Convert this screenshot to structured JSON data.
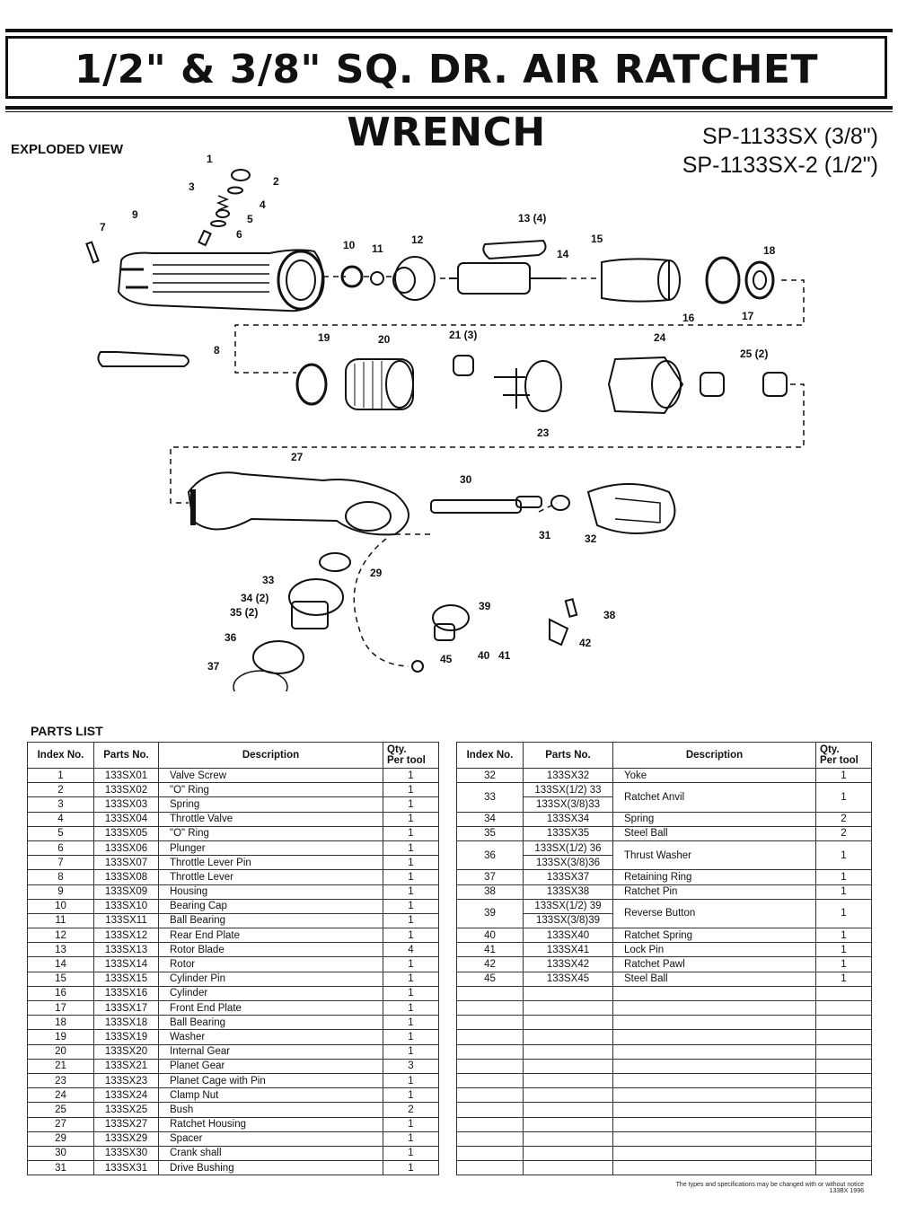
{
  "header": {
    "title": "1/2\" & 3/8\" SQ. DR. AIR RATCHET WRENCH",
    "model_1": "SP-1133SX (3/8\")",
    "model_2": "SP-1133SX-2 (1/2\")"
  },
  "exploded_view": {
    "label": "EXPLODED VIEW",
    "callouts": [
      "1",
      "2",
      "3",
      "4",
      "5",
      "6",
      "7",
      "8",
      "9",
      "10",
      "11",
      "12",
      "13 (4)",
      "14",
      "15",
      "16",
      "17",
      "18",
      "19",
      "20",
      "21 (3)",
      "23",
      "24",
      "25 (2)",
      "27",
      "29",
      "30",
      "31",
      "32",
      "33",
      "34 (2)",
      "35 (2)",
      "36",
      "37",
      "38",
      "39",
      "40",
      "41",
      "42",
      "45"
    ]
  },
  "parts_list": {
    "label": "PARTS LIST",
    "columns": [
      "Index No.",
      "Parts No.",
      "Description",
      "Qty.",
      "Per tool"
    ],
    "left": [
      {
        "index": "1",
        "part": "133SX01",
        "desc": "Valve Screw",
        "qty": "1"
      },
      {
        "index": "2",
        "part": "133SX02",
        "desc": "\"O\" Ring",
        "qty": "1"
      },
      {
        "index": "3",
        "part": "133SX03",
        "desc": "Spring",
        "qty": "1"
      },
      {
        "index": "4",
        "part": "133SX04",
        "desc": "Throttle Valve",
        "qty": "1"
      },
      {
        "index": "5",
        "part": "133SX05",
        "desc": "\"O\" Ring",
        "qty": "1"
      },
      {
        "index": "6",
        "part": "133SX06",
        "desc": "Plunger",
        "qty": "1"
      },
      {
        "index": "7",
        "part": "133SX07",
        "desc": "Throttle Lever Pin",
        "qty": "1"
      },
      {
        "index": "8",
        "part": "133SX08",
        "desc": "Throttle Lever",
        "qty": "1"
      },
      {
        "index": "9",
        "part": "133SX09",
        "desc": "Housing",
        "qty": "1"
      },
      {
        "index": "10",
        "part": "133SX10",
        "desc": "Bearing Cap",
        "qty": "1"
      },
      {
        "index": "11",
        "part": "133SX11",
        "desc": "Ball Bearing",
        "qty": "1"
      },
      {
        "index": "12",
        "part": "133SX12",
        "desc": "Rear End Plate",
        "qty": "1"
      },
      {
        "index": "13",
        "part": "133SX13",
        "desc": "Rotor Blade",
        "qty": "4"
      },
      {
        "index": "14",
        "part": "133SX14",
        "desc": "Rotor",
        "qty": "1"
      },
      {
        "index": "15",
        "part": "133SX15",
        "desc": "Cylinder Pin",
        "qty": "1"
      },
      {
        "index": "16",
        "part": "133SX16",
        "desc": "Cylinder",
        "qty": "1"
      },
      {
        "index": "17",
        "part": "133SX17",
        "desc": "Front End Plate",
        "qty": "1"
      },
      {
        "index": "18",
        "part": "133SX18",
        "desc": "Ball Bearing",
        "qty": "1"
      },
      {
        "index": "19",
        "part": "133SX19",
        "desc": "Washer",
        "qty": "1"
      },
      {
        "index": "20",
        "part": "133SX20",
        "desc": "Internal Gear",
        "qty": "1"
      },
      {
        "index": "21",
        "part": "133SX21",
        "desc": "Planet Gear",
        "qty": "3"
      },
      {
        "index": "23",
        "part": "133SX23",
        "desc": "Planet Cage with Pin",
        "qty": "1"
      },
      {
        "index": "24",
        "part": "133SX24",
        "desc": "Clamp Nut",
        "qty": "1"
      },
      {
        "index": "25",
        "part": "133SX25",
        "desc": "Bush",
        "qty": "2"
      },
      {
        "index": "27",
        "part": "133SX27",
        "desc": "Ratchet Housing",
        "qty": "1"
      },
      {
        "index": "29",
        "part": "133SX29",
        "desc": "Spacer",
        "qty": "1"
      },
      {
        "index": "30",
        "part": "133SX30",
        "desc": "Crank shall",
        "qty": "1"
      },
      {
        "index": "31",
        "part": "133SX31",
        "desc": "Drive Bushing",
        "qty": "1"
      }
    ],
    "right": [
      {
        "index": "32",
        "parts": [
          "133SX32"
        ],
        "desc": "Yoke",
        "qty": "1"
      },
      {
        "index": "33",
        "parts": [
          "133SX(1/2) 33",
          "133SX(3/8)33"
        ],
        "desc": "Ratchet Anvil",
        "qty": "1"
      },
      {
        "index": "34",
        "parts": [
          "133SX34"
        ],
        "desc": "Spring",
        "qty": "2"
      },
      {
        "index": "35",
        "parts": [
          "133SX35"
        ],
        "desc": "Steel Ball",
        "qty": "2"
      },
      {
        "index": "36",
        "parts": [
          "133SX(1/2) 36",
          "133SX(3/8)36"
        ],
        "desc": "Thrust Washer",
        "qty": "1"
      },
      {
        "index": "37",
        "parts": [
          "133SX37"
        ],
        "desc": "Retaining Ring",
        "qty": "1"
      },
      {
        "index": "38",
        "parts": [
          "133SX38"
        ],
        "desc": "Ratchet Pin",
        "qty": "1"
      },
      {
        "index": "39",
        "parts": [
          "133SX(1/2) 39",
          "133SX(3/8)39"
        ],
        "desc": "Reverse Button",
        "qty": "1"
      },
      {
        "index": "40",
        "parts": [
          "133SX40"
        ],
        "desc": "Ratchet Spring",
        "qty": "1"
      },
      {
        "index": "41",
        "parts": [
          "133SX41"
        ],
        "desc": "Lock Pin",
        "qty": "1"
      },
      {
        "index": "42",
        "parts": [
          "133SX42"
        ],
        "desc": "Ratchet Pawl",
        "qty": "1"
      },
      {
        "index": "45",
        "parts": [
          "133SX45"
        ],
        "desc": "Steel Ball",
        "qty": "1"
      }
    ]
  },
  "footer": {
    "note": "The types and specifications may be changed with or without notice",
    "code": "133BX 1996"
  }
}
